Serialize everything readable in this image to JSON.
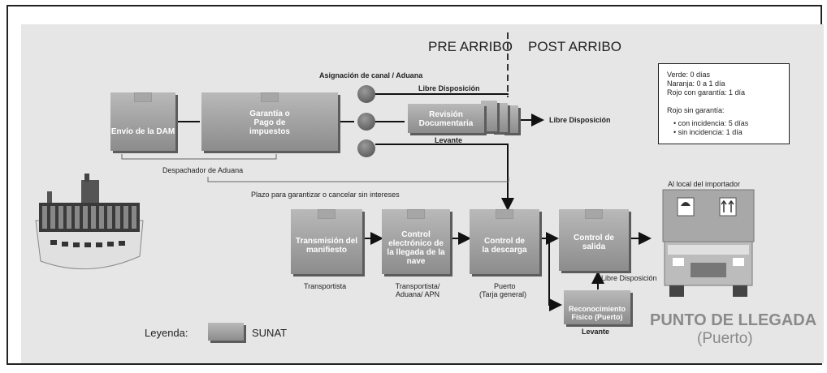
{
  "phases": {
    "pre": "PRE ARRIBO",
    "post": "POST ARRIBO"
  },
  "canal_label": "Asignación de canal / Aduana",
  "libre_disposicion": "Libre Disposición",
  "levante": "Levante",
  "boxes": {
    "envio": "Envío de la DAM",
    "garantia": "Garantía o Pago de impuestos",
    "revision": "Revisión Documentaria",
    "transmision": "Transmisión del manifiesto",
    "control_llegada": "Control electrónico de la llegada de la nave",
    "control_descarga": "Control de la descarga",
    "control_salida": "Control de salida",
    "reconocimiento": "Reconocimiento Físico (Puerto)"
  },
  "actors": {
    "despachador": "Despachador de Aduana",
    "plazo": "Plazo para garantizar o cancelar sin intereses",
    "transportista": "Transportista",
    "transportista_apn": "Transportista/ Aduana/ APN",
    "puerto": "Puerto",
    "tarja": "(Tarja general)"
  },
  "importer": "Al local del importador",
  "info_box": {
    "lines": [
      "Verde: 0 días",
      "Naranja: 0 a 1 día",
      "Rojo con garantía: 1 día",
      "Rojo sin garantía:",
      "• con incidencia: 5 días",
      "• sin incidencia:  1 día"
    ]
  },
  "legend": {
    "title": "Leyenda:",
    "item": "SUNAT"
  },
  "destination": {
    "title": "PUNTO DE LLEGADA",
    "subtitle": "(Puerto)"
  },
  "colors": {
    "box": "#9f9f9f",
    "panel": "#e6e6e6",
    "line": "#111111"
  }
}
